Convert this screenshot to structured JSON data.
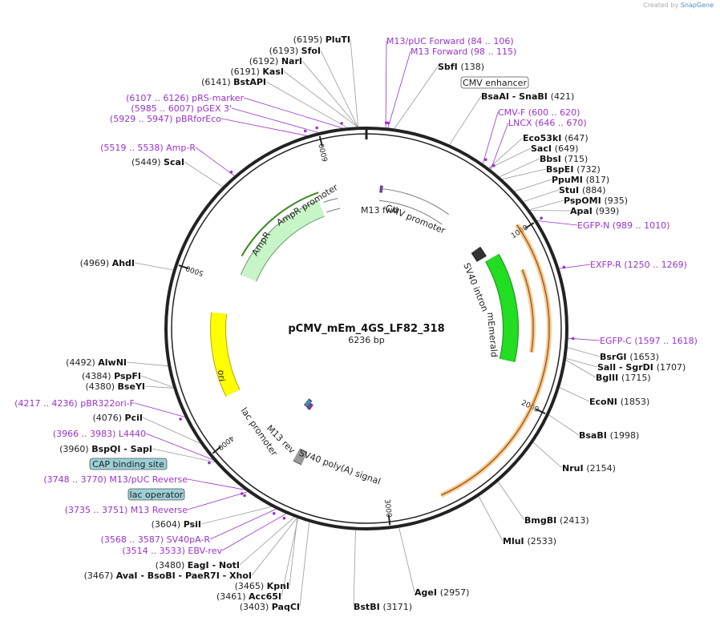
{
  "credit": {
    "prefix": "Created by",
    "brand": "SnapGene"
  },
  "plasmid": {
    "name": "pCMV_mEm_4GS_LF82_318",
    "length_label": "6236 bp",
    "length": 6236
  },
  "ticks": [
    {
      "pos": 1000,
      "label": "1000"
    },
    {
      "pos": 2000,
      "label": "2000"
    },
    {
      "pos": 3000,
      "label": "3000"
    },
    {
      "pos": 4000,
      "label": "4000"
    },
    {
      "pos": 5000,
      "label": "5000"
    },
    {
      "pos": 6000,
      "label": "6000"
    }
  ],
  "sites": [
    {
      "name": "PluTI",
      "pos": "(6195)",
      "bp": 6195
    },
    {
      "name": "SfoI",
      "pos": "(6193)",
      "bp": 6193
    },
    {
      "name": "NarI",
      "pos": "(6192)",
      "bp": 6192
    },
    {
      "name": "KasI",
      "pos": "(6191)",
      "bp": 6191
    },
    {
      "name": "BstAPI",
      "pos": "(6141)",
      "bp": 6141
    },
    {
      "name": "SbfI",
      "pos": "(138)",
      "bp": 138
    },
    {
      "name": "BsaAI  -  SnaBI",
      "pos": "(421)",
      "bp": 421
    },
    {
      "name": "Eco53kI",
      "pos": "(647)",
      "bp": 647
    },
    {
      "name": "SacI",
      "pos": "(649)",
      "bp": 649
    },
    {
      "name": "BbsI",
      "pos": "(715)",
      "bp": 715
    },
    {
      "name": "BspEI",
      "pos": "(732)",
      "bp": 732
    },
    {
      "name": "PpuMI",
      "pos": "(817)",
      "bp": 817
    },
    {
      "name": "StuI",
      "pos": "(884)",
      "bp": 884
    },
    {
      "name": "PspOMI",
      "pos": "(935)",
      "bp": 935
    },
    {
      "name": "ApaI",
      "pos": "(939)",
      "bp": 939
    },
    {
      "name": "BsrGI",
      "pos": "(1653)",
      "bp": 1653
    },
    {
      "name": "SalI  -  SgrDI",
      "pos": "(1707)",
      "bp": 1707
    },
    {
      "name": "BglII",
      "pos": "(1715)",
      "bp": 1715
    },
    {
      "name": "EcoNI",
      "pos": "(1853)",
      "bp": 1853
    },
    {
      "name": "BsaBI",
      "pos": "(1998)",
      "bp": 1998
    },
    {
      "name": "NruI",
      "pos": "(2154)",
      "bp": 2154
    },
    {
      "name": "BmgBI",
      "pos": "(2413)",
      "bp": 2413
    },
    {
      "name": "MluI",
      "pos": "(2533)",
      "bp": 2533
    },
    {
      "name": "AgeI",
      "pos": "(2957)",
      "bp": 2957
    },
    {
      "name": "BstBI",
      "pos": "(3171)",
      "bp": 3171
    },
    {
      "name": "PaqCI",
      "pos": "(3403)",
      "bp": 3403
    },
    {
      "name": "Acc65I",
      "pos": "(3461)",
      "bp": 3461
    },
    {
      "name": "KpnI",
      "pos": "(3465)",
      "bp": 3465
    },
    {
      "name": "AvaI  -  BsoBI  -  PaeR7I  -  XhoI",
      "pos": "(3467)",
      "bp": 3467
    },
    {
      "name": "EagI  -  NotI",
      "pos": "(3480)",
      "bp": 3480
    },
    {
      "name": "PsiI",
      "pos": "(3604)",
      "bp": 3604
    },
    {
      "name": "BspQI  -  SapI",
      "pos": "(3960)",
      "bp": 3960
    },
    {
      "name": "PciI",
      "pos": "(4076)",
      "bp": 4076
    },
    {
      "name": "BseYI",
      "pos": "(4380)",
      "bp": 4380
    },
    {
      "name": "PspFI",
      "pos": "(4384)",
      "bp": 4384
    },
    {
      "name": "AlwNI",
      "pos": "(4492)",
      "bp": 4492
    },
    {
      "name": "AhdI",
      "pos": "(4969)",
      "bp": 4969
    },
    {
      "name": "ScaI",
      "pos": "(5449)",
      "bp": 5449
    }
  ],
  "primers": [
    {
      "name": "M13/pUC Forward",
      "range": "(84 .. 106)",
      "bp": 95
    },
    {
      "name": "M13 Forward",
      "range": "(98 .. 115)",
      "bp": 106
    },
    {
      "name": "CMV-F",
      "range": "(600 .. 620)",
      "bp": 610
    },
    {
      "name": "LNCX",
      "range": "(646 .. 670)",
      "bp": 658
    },
    {
      "name": "EGFP-N",
      "range": "(989 .. 1010)",
      "bp": 1000
    },
    {
      "name": "EXFP-R",
      "range": "(1250 .. 1269)",
      "bp": 1260
    },
    {
      "name": "EGFP-C",
      "range": "(1597 .. 1618)",
      "bp": 1607
    },
    {
      "name": "M13/pUC Reverse",
      "range": "(3748 .. 3770)",
      "bp": 3759
    },
    {
      "name": "M13 Reverse",
      "range": "(3735 .. 3751)",
      "bp": 3743
    },
    {
      "name": "SV40pA-R",
      "range": "(3568 .. 3587)",
      "bp": 3578
    },
    {
      "name": "EBV-rev",
      "range": "(3514 .. 3533)",
      "bp": 3524
    },
    {
      "name": "L4440",
      "range": "(3966 .. 3983)",
      "bp": 3975
    },
    {
      "name": "pBR322ori-F",
      "range": "(4217 .. 4236)",
      "bp": 4227
    },
    {
      "name": "Amp-R",
      "range": "(5519 .. 5538)",
      "bp": 5529
    },
    {
      "name": "pBRforEco",
      "range": "(5929 .. 5947)",
      "bp": 5938
    },
    {
      "name": "pGEX 3'",
      "range": "(5985 .. 6007)",
      "bp": 5996
    },
    {
      "name": "pRS-marker",
      "range": "(6107 .. 6126)",
      "bp": 6117
    }
  ],
  "boxed_features": [
    {
      "name": "CMV enhancer",
      "color": "#ffffff"
    },
    {
      "name": "CAP binding site",
      "color": "#9ccfd8"
    },
    {
      "name": "lac operator",
      "color": "#9ccfd8"
    }
  ],
  "features": [
    {
      "name": "CMV promoter",
      "color": "#ffffff"
    },
    {
      "name": "M13 fwd",
      "color": "#7a3fa0"
    },
    {
      "name": "SV40 intron",
      "color": "#333333"
    },
    {
      "name": "mEmerald",
      "color": "#22dd22"
    },
    {
      "name": "AmpR",
      "color": "#c8f5c8"
    },
    {
      "name": "AmpR promoter",
      "color": "#ffffff"
    },
    {
      "name": "ori",
      "color": "#ffff00"
    },
    {
      "name": "lac promoter",
      "color": "#4a8fa0"
    },
    {
      "name": "M13 rev",
      "color": "#7a3fa0"
    },
    {
      "name": "SV40 poly(A) signal",
      "color": "#999999"
    }
  ],
  "colors": {
    "backbone": "#222222",
    "orf": "#f0a040",
    "site_line": "#999999",
    "primer": "#9933cc"
  }
}
